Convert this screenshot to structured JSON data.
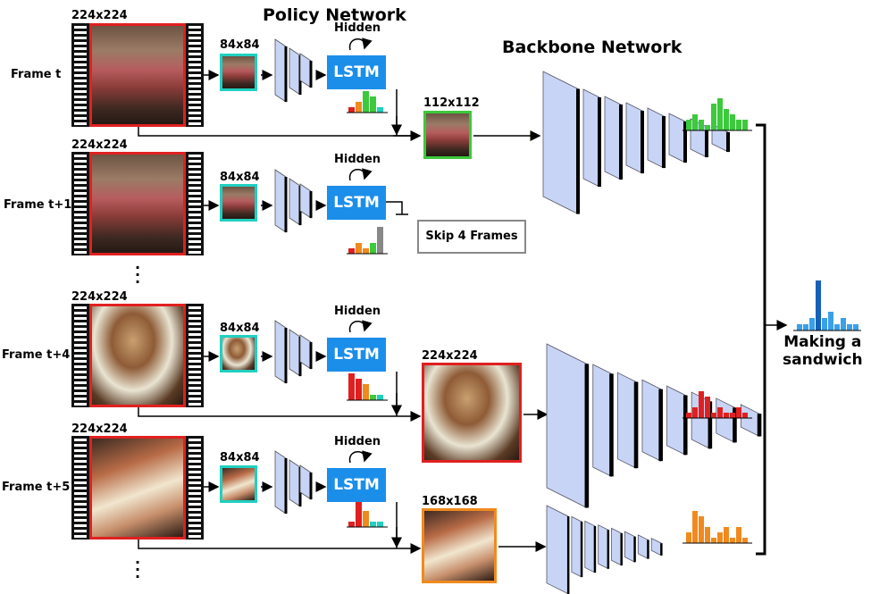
{
  "titles": {
    "policy": "Policy Network",
    "backbone": "Backbone Network"
  },
  "frames": [
    {
      "label": "Frame t",
      "size": "224x224",
      "small_size": "84x84",
      "hidden": "Hidden",
      "lstm": "LSTM"
    },
    {
      "label": "Frame t+1",
      "size": "224x224",
      "small_size": "84x84",
      "hidden": "Hidden",
      "lstm": "LSTM"
    },
    {
      "label": "Frame t+4",
      "size": "224x224",
      "small_size": "84x84",
      "hidden": "Hidden",
      "lstm": "LSTM"
    },
    {
      "label": "Frame t+5",
      "size": "224x224",
      "small_size": "84x84",
      "hidden": "Hidden",
      "lstm": "LSTM"
    }
  ],
  "backbone_inputs": [
    "112x112",
    "224x224",
    "168x168"
  ],
  "skip_label": "Skip 4 Frames",
  "output_label": [
    "Making a",
    "sandwich"
  ],
  "colors": {
    "frame_border": "#e02020",
    "small_border": "#20d0c0",
    "res112_border": "#3cc93c",
    "res224_border": "#e02020",
    "res168_border": "#f08a1e",
    "lstm": "#1b8eea",
    "cnn_face": "#c8d4f5",
    "hist_green": "#3cc93c",
    "hist_red": "#e02020",
    "hist_orange": "#f08a1e",
    "hist_blue": "#3aa0e8"
  },
  "policy_histograms": [
    {
      "values": [
        1,
        2,
        4,
        3,
        1
      ],
      "colors": [
        "#e02020",
        "#f08a1e",
        "#3cc93c",
        "#3cc93c",
        "#20d0c0"
      ]
    },
    {
      "values": [
        1,
        2,
        1,
        2,
        5
      ],
      "colors": [
        "#e02020",
        "#f08a1e",
        "#f08a1e",
        "#3cc93c",
        "#888888"
      ]
    },
    {
      "values": [
        5,
        4,
        3,
        1,
        1
      ],
      "colors": [
        "#e02020",
        "#e02020",
        "#f08a1e",
        "#3cc93c",
        "#20d0c0"
      ]
    },
    {
      "values": [
        1,
        5,
        3,
        1,
        1
      ],
      "colors": [
        "#e02020",
        "#e02020",
        "#f08a1e",
        "#20d0c0",
        "#20d0c0"
      ]
    }
  ],
  "class_histograms": [
    {
      "color": "#3cc93c",
      "values": [
        2,
        3,
        2,
        1,
        5,
        6,
        4,
        3,
        2,
        2
      ]
    },
    {
      "color": "#e02020",
      "values": [
        1,
        2,
        5,
        4,
        1,
        2,
        1,
        1,
        2,
        1
      ]
    },
    {
      "color": "#f08a1e",
      "values": [
        2,
        6,
        5,
        3,
        1,
        2,
        3,
        1,
        3,
        1
      ]
    }
  ],
  "final_histogram": {
    "values": [
      1,
      1,
      2,
      8,
      2,
      3,
      1,
      2,
      1,
      1
    ],
    "highlight": 3
  }
}
